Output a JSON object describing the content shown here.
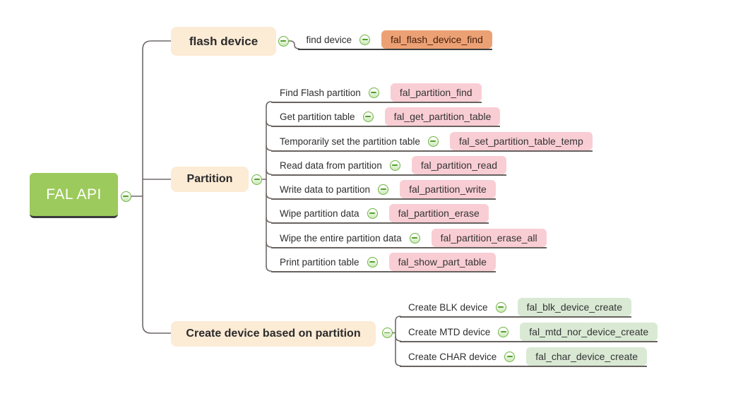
{
  "root": {
    "label": "FAL API"
  },
  "branches": [
    {
      "label": "flash device",
      "children": [
        {
          "label": "find device",
          "api": "fal_flash_device_find"
        }
      ]
    },
    {
      "label": "Partition",
      "children": [
        {
          "label": "Find Flash partition",
          "api": "fal_partition_find"
        },
        {
          "label": "Get partition table",
          "api": "fal_get_partition_table"
        },
        {
          "label": "Temporarily set the partition table",
          "api": "fal_set_partition_table_temp"
        },
        {
          "label": "Read data from partition",
          "api": "fal_partition_read"
        },
        {
          "label": "Write data to partition",
          "api": "fal_partition_write"
        },
        {
          "label": "Wipe partition data",
          "api": "fal_partition_erase"
        },
        {
          "label": "Wipe the entire partition data",
          "api": "fal_partition_erase_all"
        },
        {
          "label": "Print partition table",
          "api": "fal_show_part_table"
        }
      ]
    },
    {
      "label": "Create device based on partition",
      "children": [
        {
          "label": "Create BLK device",
          "api": "fal_blk_device_create"
        },
        {
          "label": "Create MTD device",
          "api": "fal_mtd_nor_device_create"
        },
        {
          "label": "Create CHAR device",
          "api": "fal_char_device_create"
        }
      ]
    }
  ],
  "icons": {
    "collapse": "minus-circle"
  },
  "colors": {
    "root_green": "#9cca5c",
    "branch_cream": "#fcebd5",
    "leaf_orange": "#eca175",
    "leaf_pink": "#f9cdd4",
    "leaf_green": "#d9e9d4",
    "line": "#6f6a68",
    "icon_ring_green": "#6fb342"
  }
}
